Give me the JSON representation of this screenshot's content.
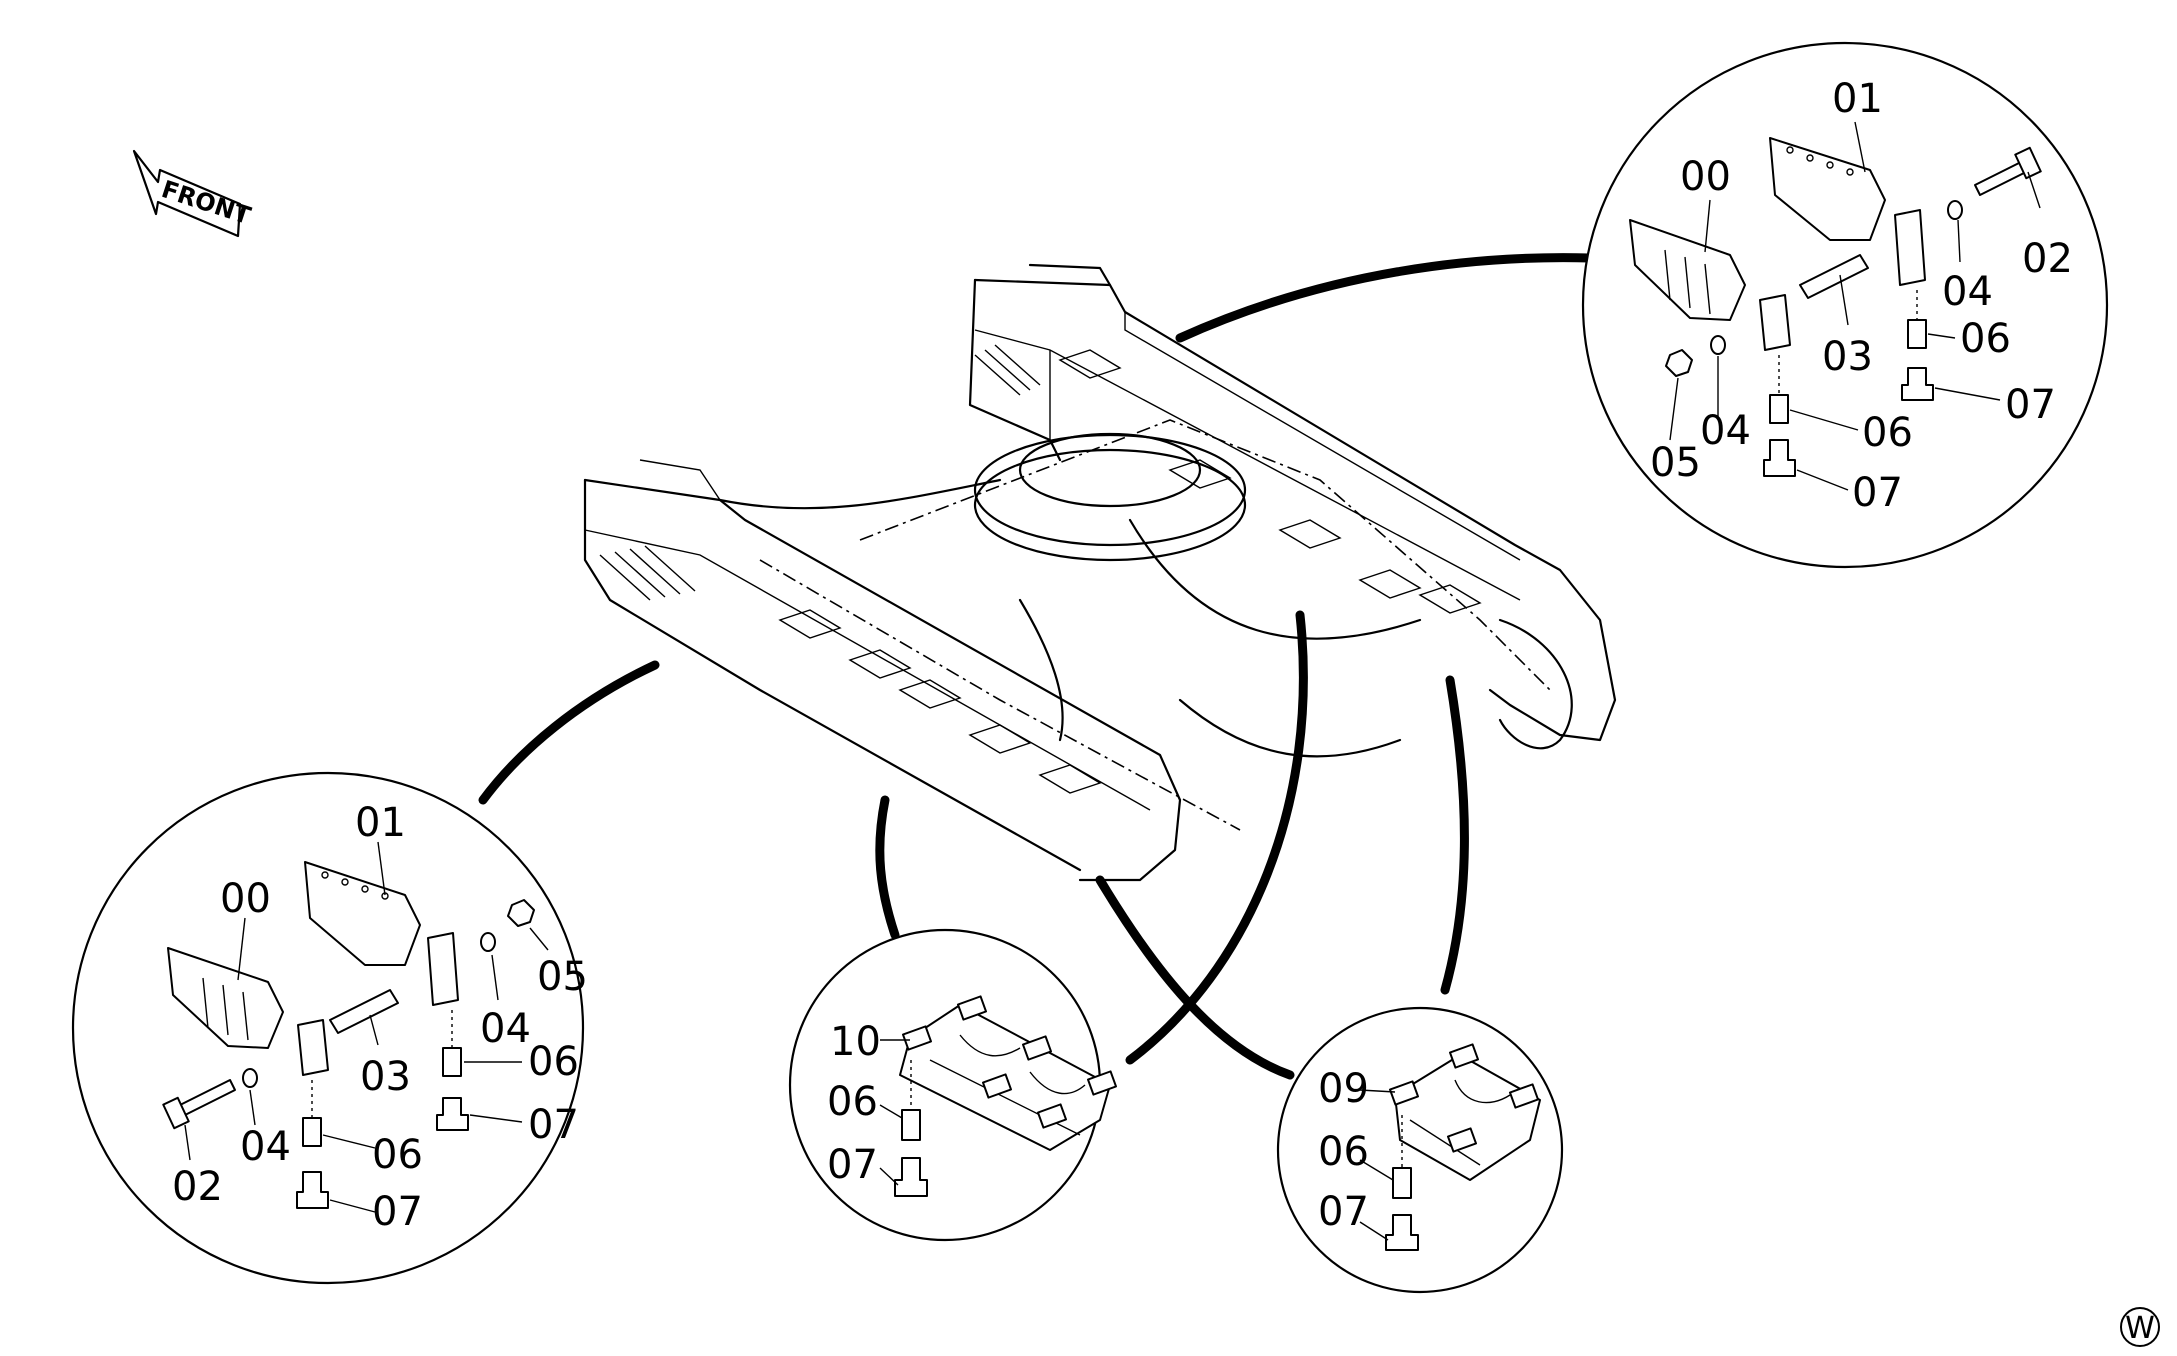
{
  "orientation_label": "FRONT",
  "corner_mark": "W",
  "detail_top_right": {
    "labels": {
      "l00": "00",
      "l01": "01",
      "l02": "02",
      "l03": "03",
      "l04a": "04",
      "l04b": "04",
      "l05": "05",
      "l06a": "06",
      "l06b": "06",
      "l07a": "07",
      "l07b": "07"
    }
  },
  "detail_bottom_left": {
    "labels": {
      "l00": "00",
      "l01": "01",
      "l02": "02",
      "l03": "03",
      "l04a": "04",
      "l04b": "04",
      "l05": "05",
      "l06a": "06",
      "l06b": "06",
      "l07a": "07",
      "l07b": "07"
    }
  },
  "detail_bottom_center": {
    "labels": {
      "l10": "10",
      "l06": "06",
      "l07": "07"
    }
  },
  "detail_bottom_right": {
    "labels": {
      "l09": "09",
      "l06": "06",
      "l07": "07"
    }
  }
}
